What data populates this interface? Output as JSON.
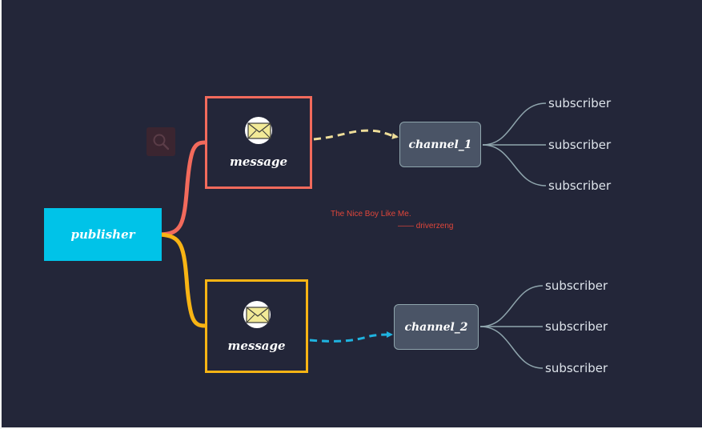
{
  "diagram": {
    "publisher": {
      "label": "publisher"
    },
    "messages": [
      {
        "label": "message"
      },
      {
        "label": "message"
      }
    ],
    "channels": [
      {
        "label": "channel_1"
      },
      {
        "label": "channel_2"
      }
    ],
    "subscribers_channel_1": [
      "subscriber",
      "subscriber",
      "subscriber"
    ],
    "subscribers_channel_2": [
      "subscriber",
      "subscriber",
      "subscriber"
    ],
    "annotation": {
      "line1": "The Nice Boy Like Me.",
      "line2": "—— driverzeng"
    }
  },
  "colors": {
    "background": "#232639",
    "publisher": "#00c3e8",
    "message_1": "#f26a5c",
    "message_2": "#f8b414",
    "channel_fill": "#4a5466",
    "arrow_1": "#eedd99",
    "arrow_2": "#1fb3e0",
    "subscriber_line": "#8fa5ad",
    "annotation": "#e0463a"
  },
  "icons": {
    "message_icon": "envelope-icon",
    "search_icon": "search-icon"
  }
}
